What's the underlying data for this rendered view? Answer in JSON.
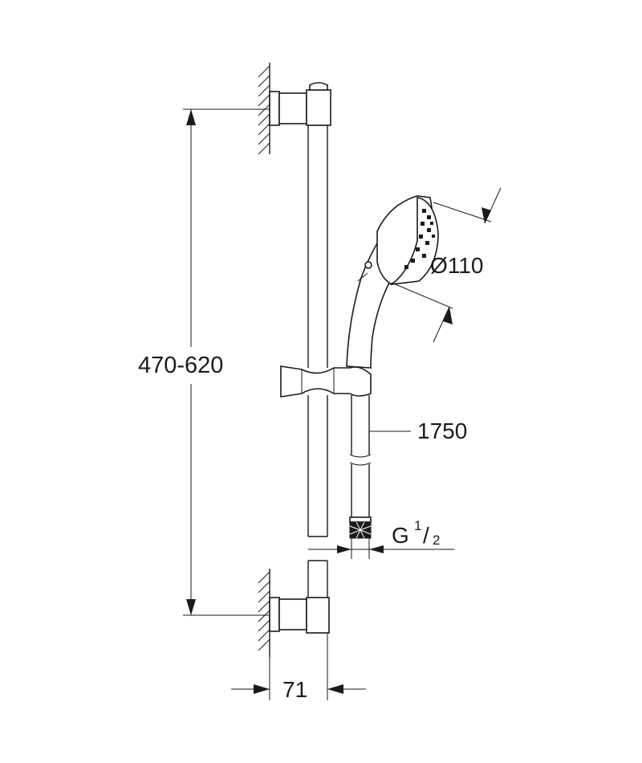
{
  "dimensions": {
    "height_range": "470-620",
    "head_diameter": "Ø110",
    "hose_length": "1750",
    "thread_letter": "G",
    "thread_numerator": "1",
    "thread_slash": "/",
    "thread_denominator": "2",
    "wall_distance": "71"
  },
  "colors": {
    "ink": "#1a1a1a",
    "background": "#ffffff"
  }
}
